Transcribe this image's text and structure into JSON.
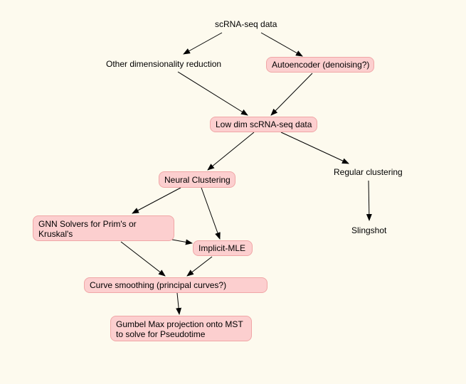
{
  "nodes": {
    "scrna": "scRNA-seq data",
    "other_dimred": "Other dimensionality reduction",
    "autoencoder": "Autoencoder (denoising?)",
    "lowdim": "Low dim scRNA-seq data",
    "neural_clustering": "Neural Clustering",
    "regular_clustering": "Regular clustering",
    "gnn_solvers": "GNN Solvers for Prim's or Kruskal's",
    "slingshot": "Slingshot",
    "implicit_mle": "Implicit-MLE",
    "curve_smoothing": "Curve smoothing (principal curves?)",
    "gumbel_line1": "Gumbel Max projection onto MST",
    "gumbel_line2": "to solve for Pseudotime"
  },
  "colors": {
    "background": "#fdfaee",
    "box_fill": "#fccfcf",
    "box_border": "#f0a6a6",
    "arrow": "#000000"
  }
}
